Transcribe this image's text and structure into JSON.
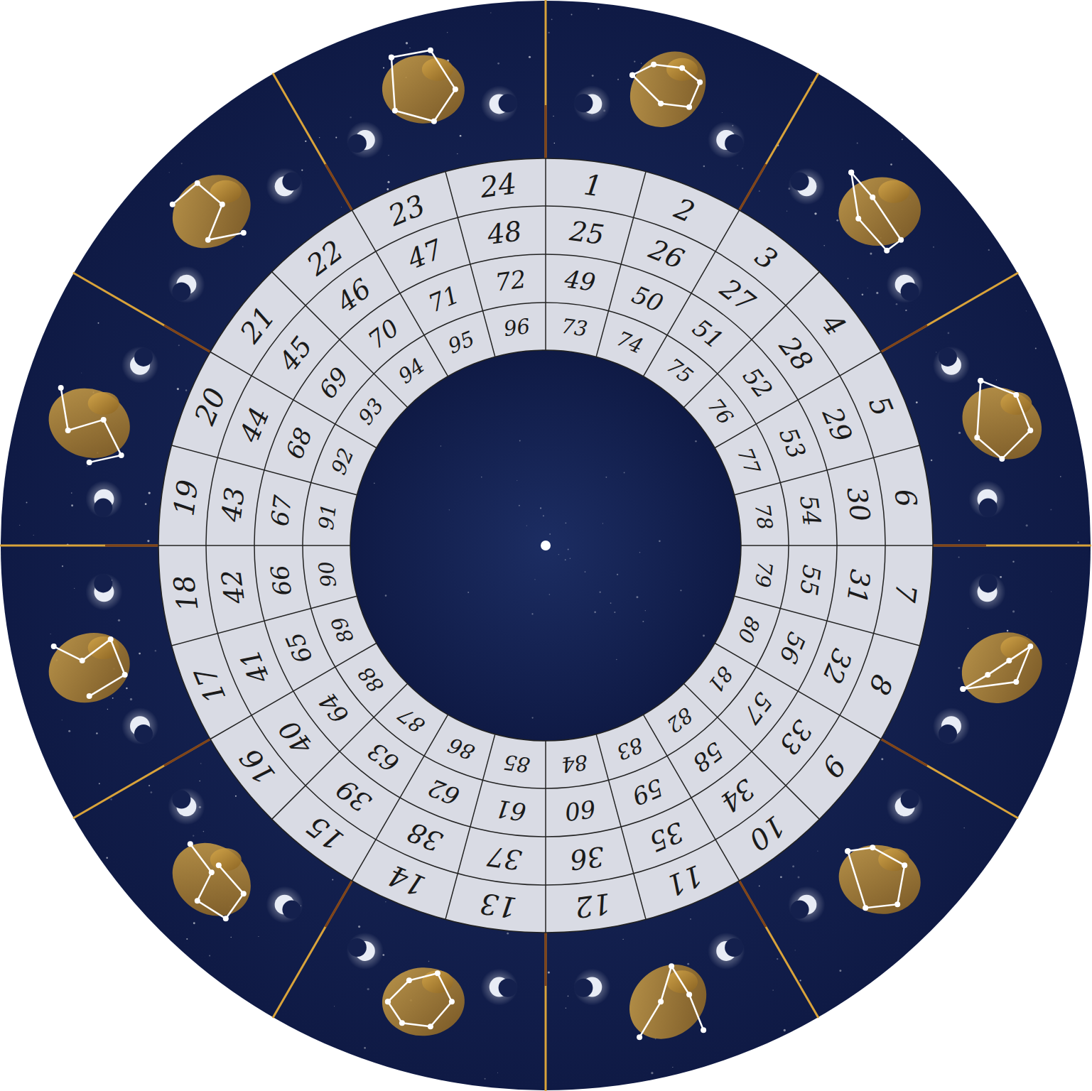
{
  "diagram": {
    "labels": [
      "1",
      "2",
      "3",
      "4",
      "5",
      "6",
      "7",
      "8",
      "9",
      "10",
      "11",
      "12",
      "13",
      "14",
      "15",
      "16",
      "17",
      "18",
      "19",
      "20",
      "21",
      "22",
      "23",
      "24",
      "25",
      "26",
      "27",
      "28",
      "29",
      "30",
      "31",
      "32",
      "33",
      "34",
      "35",
      "36",
      "37",
      "38",
      "39",
      "40",
      "41",
      "42",
      "43",
      "44",
      "45",
      "46",
      "47",
      "48",
      "49",
      "50",
      "51",
      "52",
      "53",
      "54",
      "55",
      "56",
      "57",
      "58",
      "59",
      "60",
      "61",
      "62",
      "63",
      "64",
      "65",
      "66",
      "67",
      "68",
      "69",
      "70",
      "71",
      "72",
      "73",
      "74",
      "75",
      "76",
      "77",
      "78",
      "79",
      "80",
      "81",
      "82",
      "83",
      "84",
      "85",
      "86",
      "87",
      "88",
      "89",
      "90",
      "91",
      "92",
      "93",
      "94",
      "95",
      "96"
    ]
  }
}
